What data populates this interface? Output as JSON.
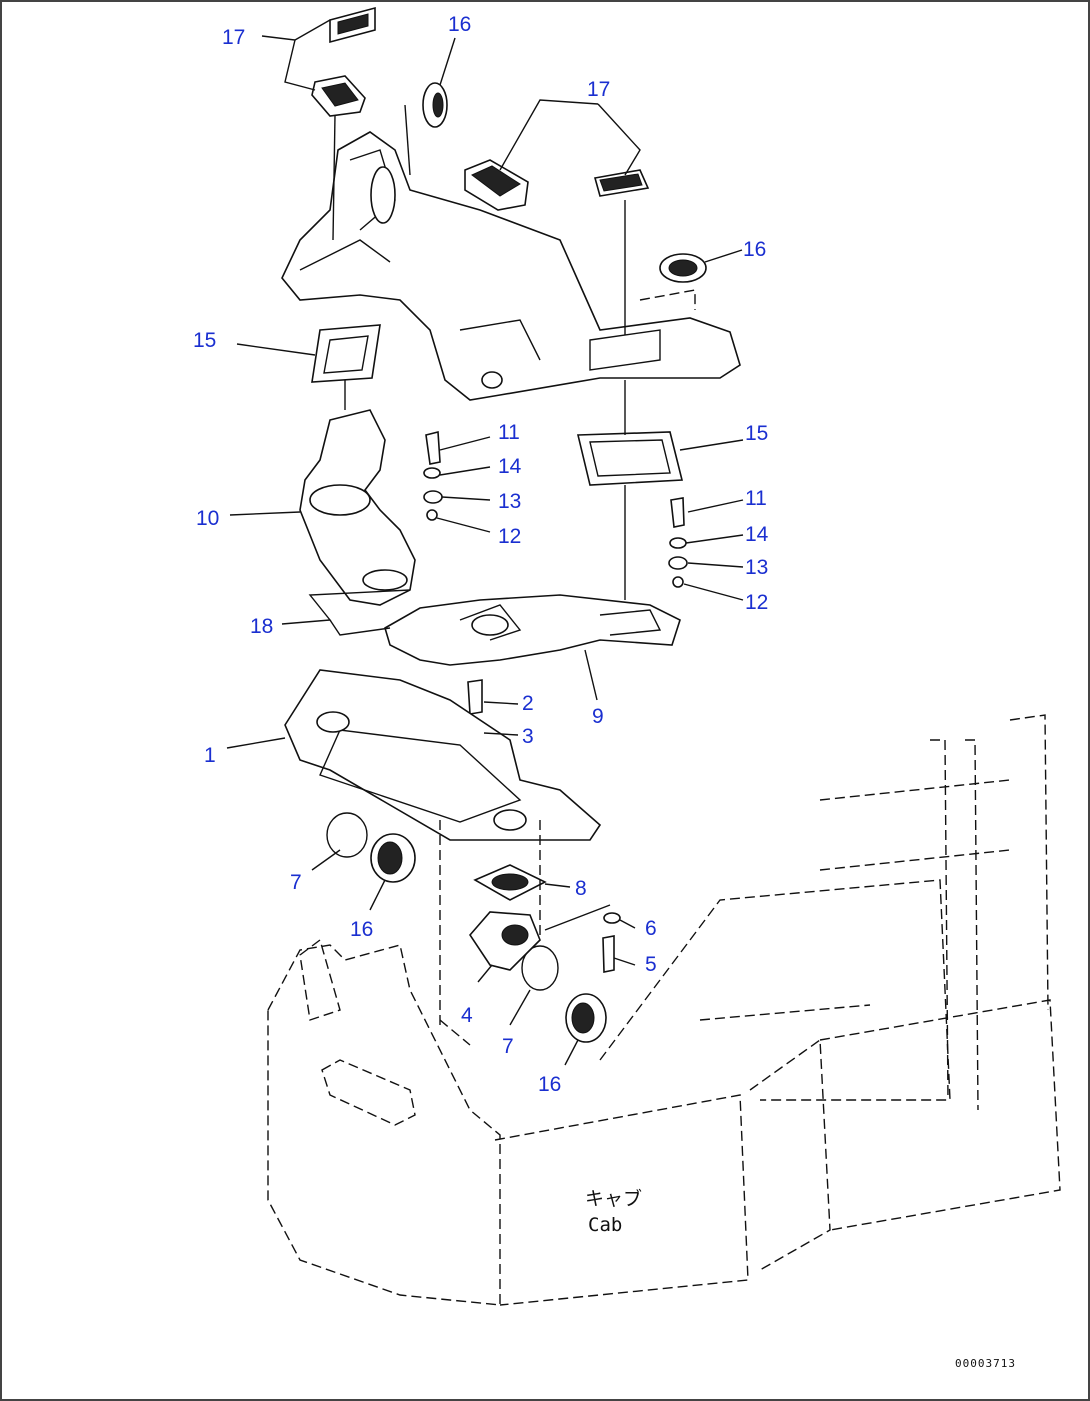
{
  "cab_text": [
    "キャブ",
    "Cab"
  ],
  "reference_code": "00003713",
  "callouts": [
    "17",
    "16",
    "17",
    "16",
    "15",
    "11",
    "14",
    "13",
    "12",
    "15",
    "11",
    "14",
    "13",
    "12",
    "10",
    "18",
    "9",
    "2",
    "3",
    "1",
    "7",
    "16",
    "8",
    "6",
    "5",
    "4",
    "7",
    "16"
  ]
}
